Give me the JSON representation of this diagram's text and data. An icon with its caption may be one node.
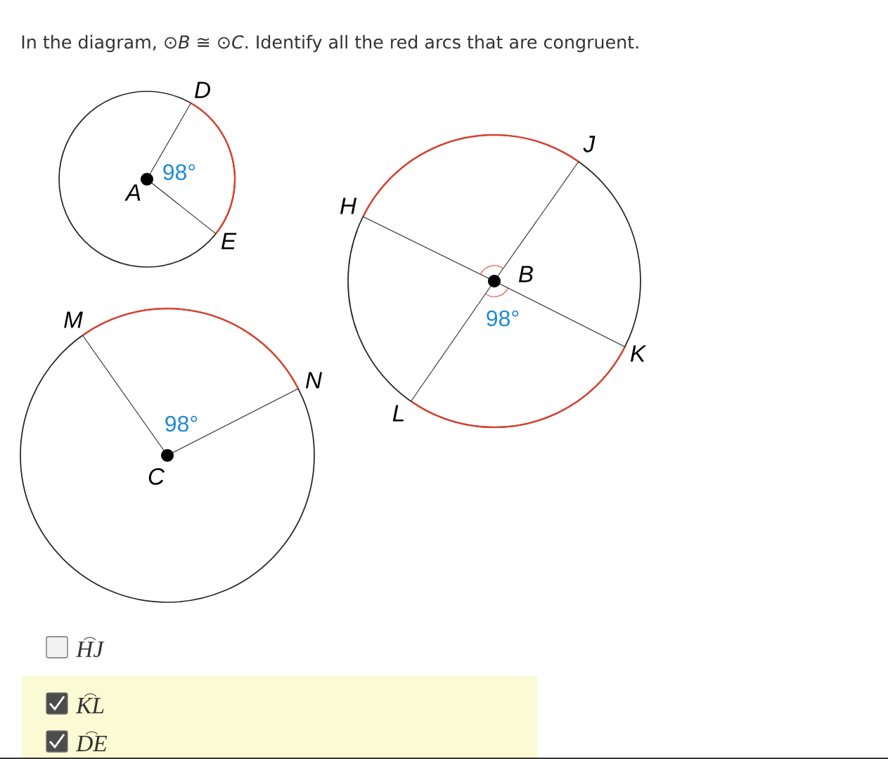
{
  "diagram": {
    "title": "In the diagram, ⊙*B* ≅ ⊙*C*. Identify all the red arcs that are congruent.",
    "labels": [
      "D",
      "98°",
      "A",
      "J",
      "H",
      "E",
      "B",
      "98°",
      "M",
      "K",
      "N",
      "98°",
      "L",
      "C",
      "HJ",
      "KL",
      "DE"
    ]
  }
}
